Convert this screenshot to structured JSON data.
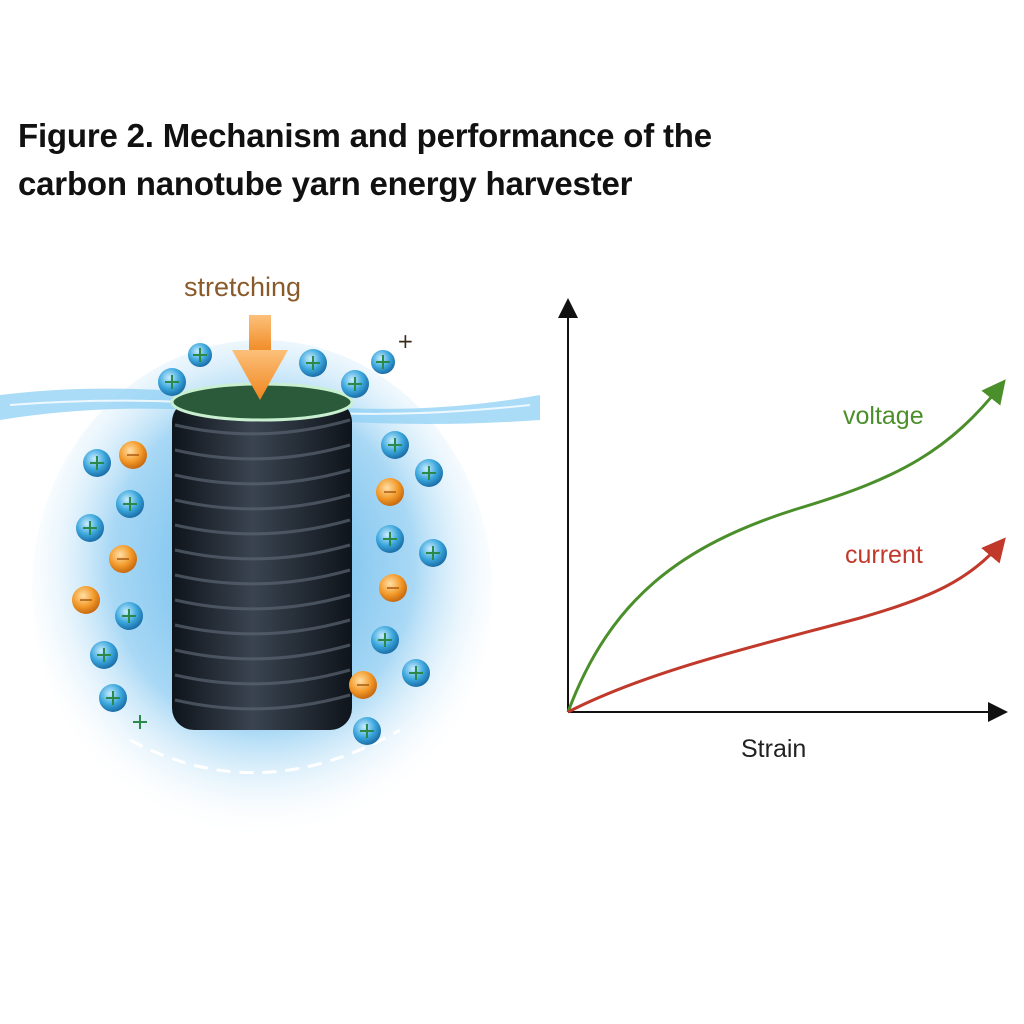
{
  "figure": {
    "title_line1": "Figure 2. Mechanism and performance of the",
    "title_line2": "carbon nanotube yarn energy harvester"
  },
  "illustration": {
    "arrow_label": "stretching",
    "arrow_color": "#f5a04a",
    "yarn_color": "#1f2630",
    "positive_ion_color": "#3aa6dc",
    "negative_ion_color": "#f39a2a",
    "water_color": "#7cc4ee"
  },
  "chart_data": {
    "type": "line",
    "title": "",
    "xlabel": "Strain",
    "ylabel": "",
    "grid": false,
    "legend_position": "inline",
    "x": [
      0,
      0.1,
      0.2,
      0.3,
      0.4,
      0.5,
      0.6,
      0.7,
      0.8,
      0.9,
      1.0
    ],
    "series": [
      {
        "name": "voltage",
        "color": "#4a8f2a",
        "values": [
          0,
          0.22,
          0.36,
          0.45,
          0.51,
          0.56,
          0.61,
          0.66,
          0.72,
          0.8,
          0.91
        ]
      },
      {
        "name": "current",
        "color": "#c0392b",
        "values": [
          0,
          0.07,
          0.13,
          0.18,
          0.22,
          0.26,
          0.3,
          0.34,
          0.38,
          0.44,
          0.53
        ]
      }
    ],
    "xlim": [
      0,
      1
    ],
    "ylim": [
      0,
      1
    ]
  },
  "chart": {
    "xlabel": "Strain",
    "voltage_label": "voltage",
    "current_label": "current",
    "voltage_color": "#4a8f2a",
    "current_color": "#c0392b",
    "axis_color": "#111111"
  }
}
